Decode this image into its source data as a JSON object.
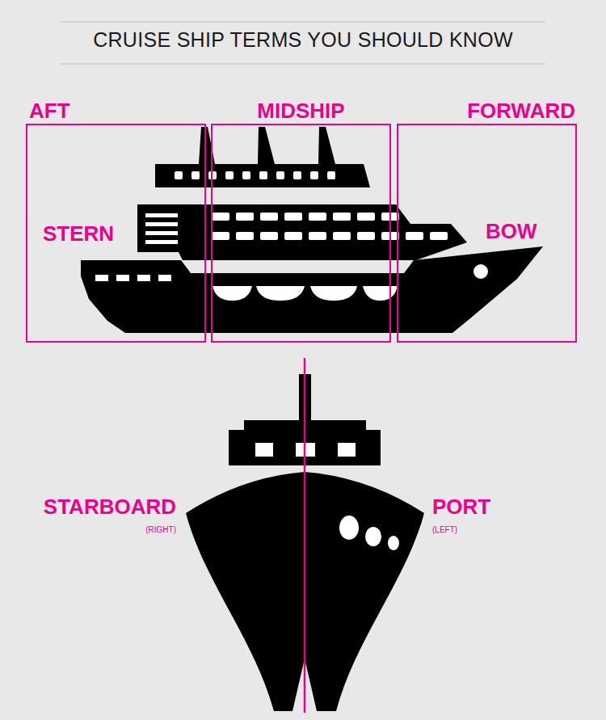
{
  "diagram": {
    "title": "CRUISE SHIP TERMS YOU SHOULD KNOW",
    "nodes": [
      {
        "text": [
          "AFT",
          "STERN"
        ]
      },
      {
        "text": [
          "MIDSHIP"
        ]
      },
      {
        "text": [
          "FORWARD",
          "BOW"
        ]
      }
    ],
    "labels": [
      "STARBOARD",
      "(RIGHT)",
      "PORT",
      "(LEFT)"
    ]
  }
}
